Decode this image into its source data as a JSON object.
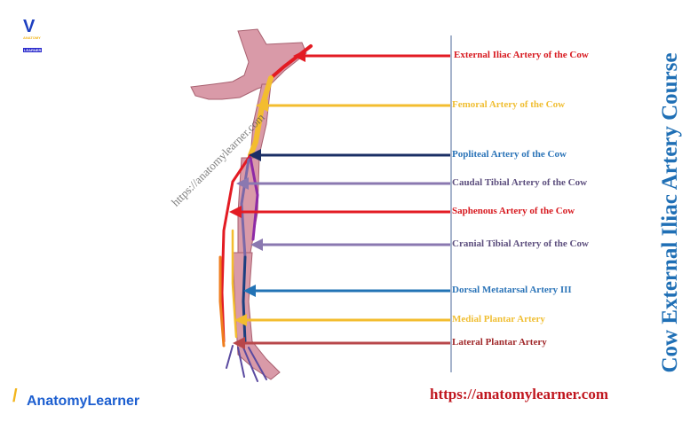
{
  "title": "Cow External Iliac Artery Course",
  "url": "https://anatomylearner.com",
  "watermark": "https://anatomylearner.com",
  "logo": {
    "text": "AnatomyLearner",
    "small_top": "ANATOMY",
    "small_bottom": "LEARNER"
  },
  "labels": [
    {
      "text": "External Iliac Artery of the Cow",
      "color": "#d7191f"
    },
    {
      "text": "Femoral Artery of the Cow",
      "color": "#f0be32"
    },
    {
      "text": "Popliteal Artery of the Cow",
      "color": "#2b74b8"
    },
    {
      "text": "Caudal Tibial Artery of the Cow",
      "color": "#5d4f7e"
    },
    {
      "text": "Saphenous Artery of the Cow",
      "color": "#d7191f"
    },
    {
      "text": "Cranial Tibial Artery of the Cow",
      "color": "#5d4f7e"
    },
    {
      "text": "Dorsal Metatarsal Artery III",
      "color": "#2b74b8"
    },
    {
      "text": "Medial Plantar Artery",
      "color": "#f0be32"
    },
    {
      "text": "Lateral Plantar Artery",
      "color": "#a0282a"
    }
  ],
  "arrow_colors": [
    "#e31b23",
    "#f3bd2f",
    "#1b2f66",
    "#8a78b0",
    "#e31b23",
    "#8a78b0",
    "#2273b5",
    "#f3bd2f",
    "#b8474a"
  ]
}
